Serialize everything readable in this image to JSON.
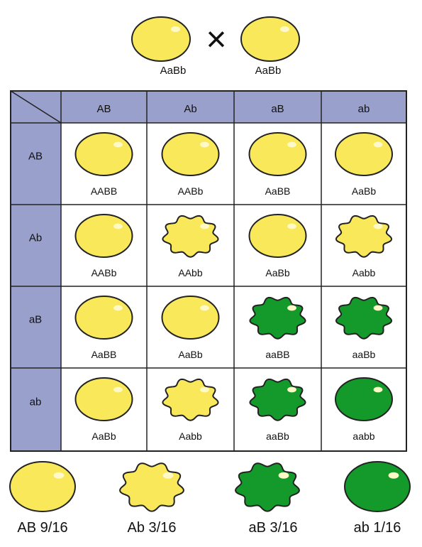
{
  "parents": {
    "left": {
      "genotype": "AaBb",
      "phenotype": "AB"
    },
    "cross_symbol": "×",
    "right": {
      "genotype": "AaBb",
      "phenotype": "AB"
    }
  },
  "gametes": {
    "columns": [
      "AB",
      "Ab",
      "aB",
      "ab"
    ],
    "rows": [
      "AB",
      "Ab",
      "aB",
      "ab"
    ]
  },
  "punnett": [
    [
      {
        "genotype": "AABB",
        "phenotype": "AB"
      },
      {
        "genotype": "AABb",
        "phenotype": "AB"
      },
      {
        "genotype": "AaBB",
        "phenotype": "AB"
      },
      {
        "genotype": "AaBb",
        "phenotype": "AB"
      }
    ],
    [
      {
        "genotype": "AABb",
        "phenotype": "AB"
      },
      {
        "genotype": "AAbb",
        "phenotype": "Ab"
      },
      {
        "genotype": "AaBb",
        "phenotype": "AB"
      },
      {
        "genotype": "Aabb",
        "phenotype": "Ab"
      }
    ],
    [
      {
        "genotype": "AaBB",
        "phenotype": "AB"
      },
      {
        "genotype": "AaBb",
        "phenotype": "AB"
      },
      {
        "genotype": "aaBB",
        "phenotype": "aB"
      },
      {
        "genotype": "aaBb",
        "phenotype": "aB"
      }
    ],
    [
      {
        "genotype": "AaBb",
        "phenotype": "AB"
      },
      {
        "genotype": "Aabb",
        "phenotype": "Ab"
      },
      {
        "genotype": "aaBb",
        "phenotype": "aB"
      },
      {
        "genotype": "aabb",
        "phenotype": "ab"
      }
    ]
  ],
  "legend": [
    {
      "phenotype": "AB",
      "label": "AB 9/16"
    },
    {
      "phenotype": "Ab",
      "label": "Ab 3/16"
    },
    {
      "phenotype": "aB",
      "label": "aB 3/16"
    },
    {
      "phenotype": "ab",
      "label": "ab 1/16"
    }
  ],
  "phenotype_styles": {
    "AB": {
      "shape": "smooth",
      "color": "#F8E85A"
    },
    "Ab": {
      "shape": "wrinkled",
      "color": "#F8E85A"
    },
    "aB": {
      "shape": "wrinkled",
      "color": "#149A2B"
    },
    "ab": {
      "shape": "smooth",
      "color": "#149A2B"
    }
  },
  "colors": {
    "header_fill": "#99A0CC",
    "border": "#222222",
    "highlight": "#FFF9C8"
  }
}
